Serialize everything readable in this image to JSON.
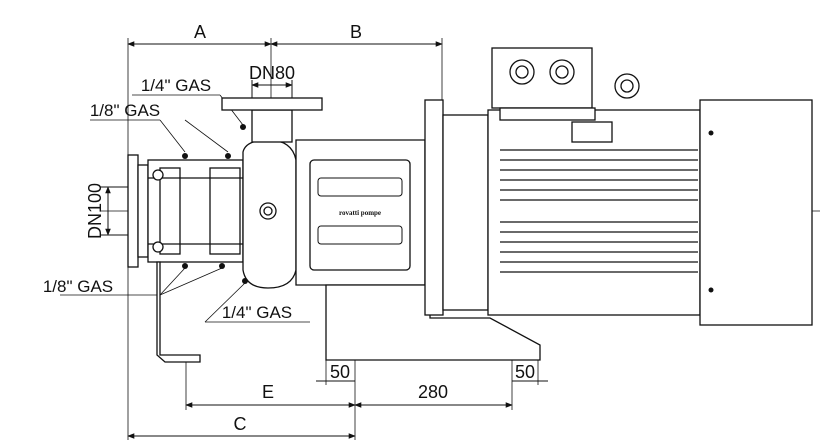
{
  "dimensions": {
    "A": "A",
    "B": "B",
    "C": "C",
    "E": "E",
    "d50_left": "50",
    "d280": "280",
    "d50_right": "50"
  },
  "labels": {
    "outlet": "DN80",
    "inlet": "DN100",
    "gas_quarter_top": "1/4\" GAS",
    "gas_eighth_top": "1/8\" GAS",
    "gas_eighth_bottom": "1/8\" GAS",
    "gas_quarter_bottom": "1/4\" GAS"
  },
  "nameplate": {
    "brand": "rovatti pompe"
  },
  "colors": {
    "line": "#111111",
    "background": "#ffffff"
  }
}
